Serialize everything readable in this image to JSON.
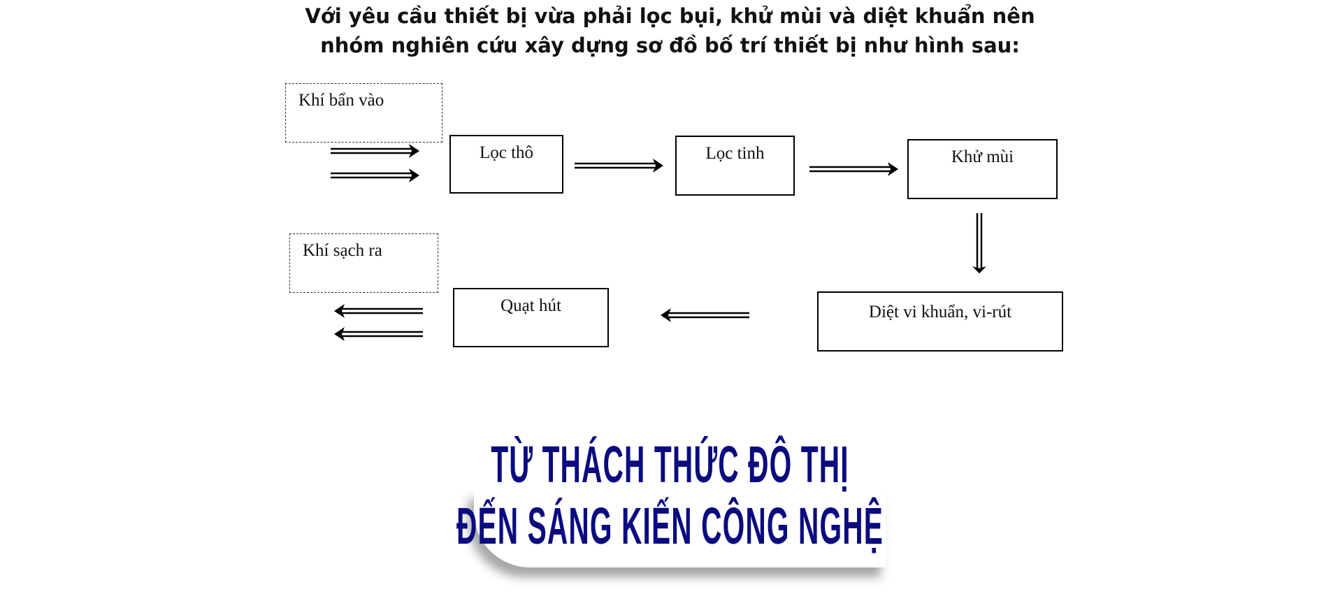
{
  "intro": {
    "line1": "Với yêu cầu thiết bị vừa phải lọc bụi, khử mùi và diệt khuẩn nên",
    "line2": "nhóm nghiên cứu xây dựng sơ đồ bố trí thiết bị như hình sau:"
  },
  "diagram": {
    "input": "Khí bẩn vào",
    "output": "Khí sạch ra",
    "steps": [
      "Lọc thô",
      "Lọc tinh",
      "Khử mùi",
      "Diệt vi khuẩn, vi-rút",
      "Quạt hút"
    ]
  },
  "heading": {
    "line1": "TỪ THÁCH THỨC ĐÔ THỊ",
    "line2": "ĐẾN SÁNG KIẾN CÔNG NGHỆ",
    "color": "#0b0b80"
  }
}
